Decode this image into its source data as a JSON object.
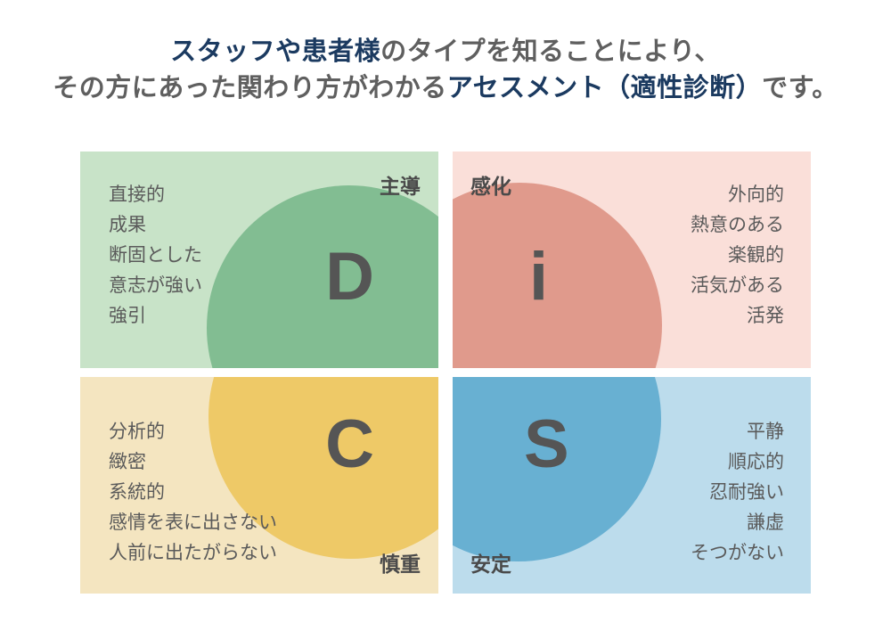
{
  "heading": {
    "line1_hl": "スタッフや患者様",
    "line1_plain": "のタイプを知ることにより、",
    "line2_plain_a": "その方にあった関わり方がわかる",
    "line2_hl": "アセスメント（適性診断）",
    "line2_plain_b": "です。",
    "highlight_color": "#1b3a60",
    "plain_color": "#5f5f5f"
  },
  "matrix": {
    "quadrants": [
      {
        "key": "D",
        "letter": "D",
        "corner_label": "主導",
        "bg_color": "#c8e3c8",
        "accent_color": "#82bd92",
        "blob_corner": "bottom-right",
        "traits": [
          "直接的",
          "成果",
          "断固とした",
          "意志が強い",
          "強引"
        ]
      },
      {
        "key": "i",
        "letter": "i",
        "corner_label": "感化",
        "bg_color": "#fadfd9",
        "accent_color": "#e09a8c",
        "blob_corner": "bottom-left",
        "traits": [
          "外向的",
          "熱意のある",
          "楽観的",
          "活気がある",
          "活発"
        ]
      },
      {
        "key": "C",
        "letter": "C",
        "corner_label": "慎重",
        "bg_color": "#f4e5c0",
        "accent_color": "#eec967",
        "blob_corner": "top-right",
        "traits": [
          "分析的",
          "緻密",
          "系統的",
          "感情を表に出さない",
          "人前に出たがらない"
        ]
      },
      {
        "key": "S",
        "letter": "S",
        "corner_label": "安定",
        "bg_color": "#bcdcec",
        "accent_color": "#68b0d2",
        "blob_corner": "top-left",
        "traits": [
          "平静",
          "順応的",
          "忍耐強い",
          "謙虚",
          "そつがない"
        ]
      }
    ]
  }
}
